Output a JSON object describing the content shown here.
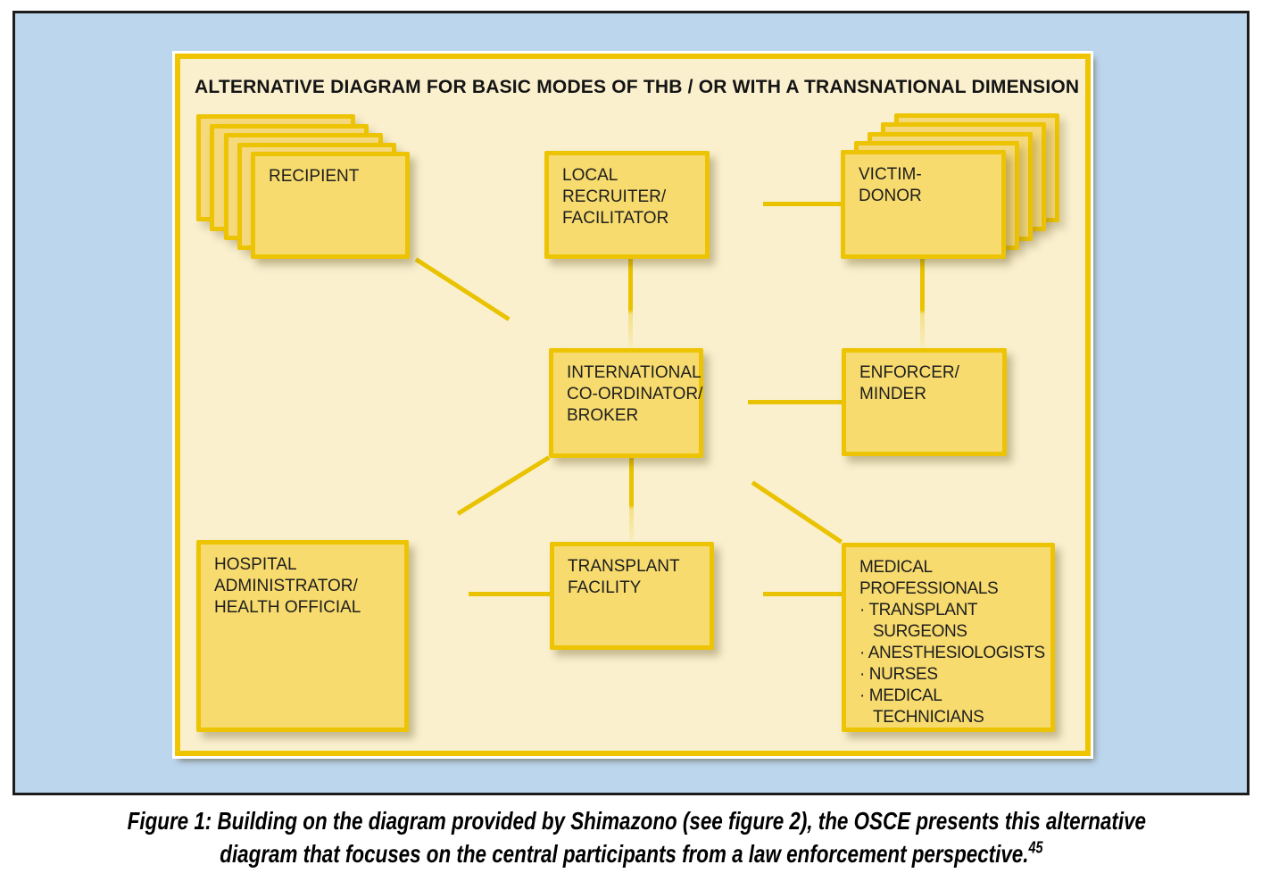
{
  "figure": {
    "title": "ALTERNATIVE DIAGRAM FOR BASIC MODES OF THB / OR WITH A TRANSNATIONAL DIMENSION",
    "caption": {
      "line1": "Figure 1: Building on the diagram provided by Shimazono (see figure 2), the OSCE presents this alternative",
      "line2": "diagram that focuses on the central participants from a law enforcement perspective.",
      "footnote_ref": "45"
    }
  },
  "boxes": {
    "recipient": {
      "stacked": true,
      "stack_count": 5,
      "lines": [
        "RECIPIENT"
      ]
    },
    "local_recruiter": {
      "lines": [
        "LOCAL",
        "RECRUITER/",
        "FACILITATOR"
      ]
    },
    "victim_donor": {
      "stacked": true,
      "stack_count": 5,
      "lines": [
        "VICTIM-",
        "DONOR"
      ]
    },
    "international_coordinator": {
      "lines": [
        "INTERNATIONAL",
        "CO-ORDINATOR/",
        "BROKER"
      ]
    },
    "enforcer_minder": {
      "lines": [
        "ENFORCER/",
        "MINDER"
      ]
    },
    "hospital_admin": {
      "lines": [
        "HOSPITAL",
        "ADMINISTRATOR/",
        "HEALTH OFFICIAL"
      ]
    },
    "transplant_facility": {
      "lines": [
        "TRANSPLANT",
        "FACILITY"
      ]
    },
    "medical_professionals": {
      "lines": [
        "MEDICAL",
        "PROFESSIONALS",
        "· TRANSPLANT",
        "SURGEONS",
        "· ANESTHESIOLOGISTS",
        "· NURSES",
        "· MEDICAL",
        "TECHNICIANS"
      ]
    }
  },
  "connections": [
    {
      "from": "recipient",
      "to": "international_coordinator",
      "style": "diagonal"
    },
    {
      "from": "local_recruiter",
      "to": "international_coordinator",
      "style": "vertical"
    },
    {
      "from": "local_recruiter",
      "to": "victim_donor",
      "style": "horizontal"
    },
    {
      "from": "victim_donor",
      "to": "enforcer_minder",
      "style": "vertical"
    },
    {
      "from": "international_coordinator",
      "to": "enforcer_minder",
      "style": "horizontal"
    },
    {
      "from": "international_coordinator",
      "to": "transplant_facility",
      "style": "vertical"
    },
    {
      "from": "international_coordinator",
      "to": "hospital_admin",
      "style": "diagonal"
    },
    {
      "from": "international_coordinator",
      "to": "medical_professionals",
      "style": "diagonal"
    },
    {
      "from": "hospital_admin",
      "to": "transplant_facility",
      "style": "horizontal"
    },
    {
      "from": "transplant_facility",
      "to": "medical_professionals",
      "style": "horizontal"
    }
  ],
  "colors": {
    "frame_background": "#BCD6EE",
    "frame_border": "#1C1C1C",
    "panel_background": "#FAF0CE",
    "gold_accent": "#EDC404",
    "box_fill": "#F7DB6E",
    "stack_fill": "#F5D97C",
    "text": "#1E1E1E"
  }
}
